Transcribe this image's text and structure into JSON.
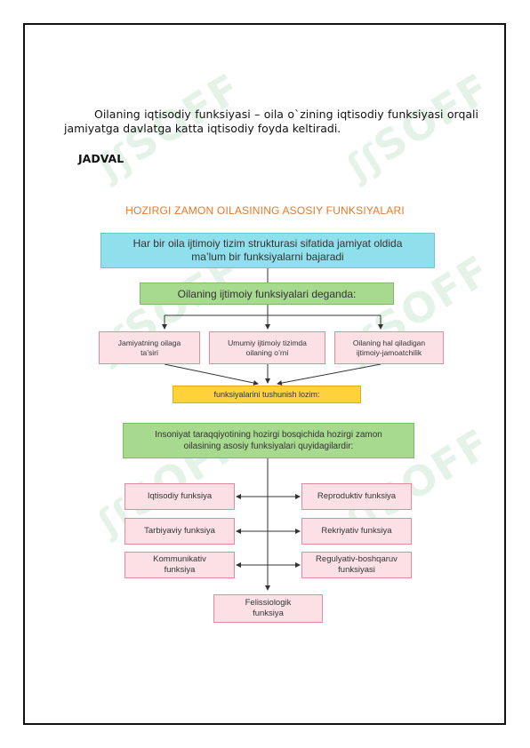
{
  "intro": {
    "text": "Oilaning iqtisodiy funksiyasi – oila o`zining iqtisodiy funksiyasi orqali jamiyatga davlatga katta iqtisodiy foyda keltiradi.",
    "heading": "JADVAL"
  },
  "watermark": {
    "text": "SOFF",
    "mark": "ʃʃ"
  },
  "diagram": {
    "title": "HOZIRGI ZAMON OILASINING ASOSIY FUNKSIYALARI",
    "top_box": "Har bir oila ijtimoiy tizim strukturasi sifatida jamiyat oldida ma’lum bir funksiyalarni bajaradi",
    "social_box": "Oilaning ijtimoiy funksiyalari deganda:",
    "social_items": [
      "Jamiyatning oilaga ta’siri",
      "Umumiy ijtimoiy tizimda oilaning o’rni",
      "Oilaning hal qiladigan ijtimoiy-jamoatchilik"
    ],
    "system_box": "funksiyalarini tushunish lozim:",
    "modern_box": "Insoniyat taraqqiyotining hozirgi bosqichida hozirgi zamon oilasining asosiy funksiyalari quyidagilardir:",
    "left_functions": [
      "Iqtisodiy funksiya",
      "Tarbiyaviy funksiya",
      "Kommunikativ funksiya"
    ],
    "right_functions": [
      "Reproduktiv funksiya",
      "Rekriyativ funksiya",
      "Regulyativ-boshqaruv funksiyasi"
    ],
    "bottom_function": "Felissiologik funksiya"
  }
}
